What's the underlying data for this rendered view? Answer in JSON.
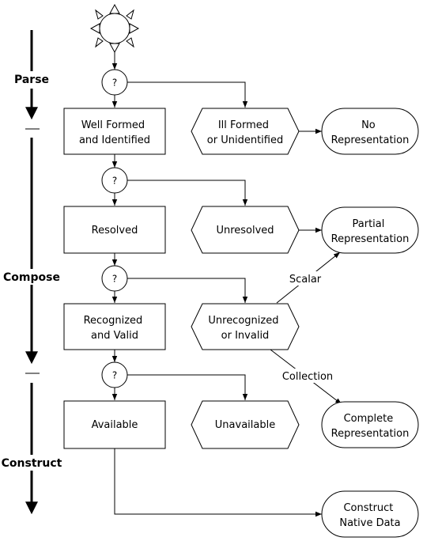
{
  "stages": {
    "parse": "Parse",
    "compose": "Compose",
    "construct": "Construct"
  },
  "decision_symbol": "?",
  "nodes": {
    "well_formed": [
      "Well Formed",
      "and Identified"
    ],
    "ill_formed": [
      "Ill Formed",
      "or Unidentified"
    ],
    "no_representation": [
      "No",
      "Representation"
    ],
    "resolved": [
      "Resolved"
    ],
    "unresolved": [
      "Unresolved"
    ],
    "partial_representation": [
      "Partial",
      "Representation"
    ],
    "recognized": [
      "Recognized",
      "and Valid"
    ],
    "unrecognized": [
      "Unrecognized",
      "or Invalid"
    ],
    "available": [
      "Available"
    ],
    "unavailable": [
      "Unavailable"
    ],
    "complete_representation": [
      "Complete",
      "Representation"
    ],
    "construct_native": [
      "Construct",
      "Native Data"
    ]
  },
  "edge_labels": {
    "scalar": "Scalar",
    "collection": "Collection"
  }
}
